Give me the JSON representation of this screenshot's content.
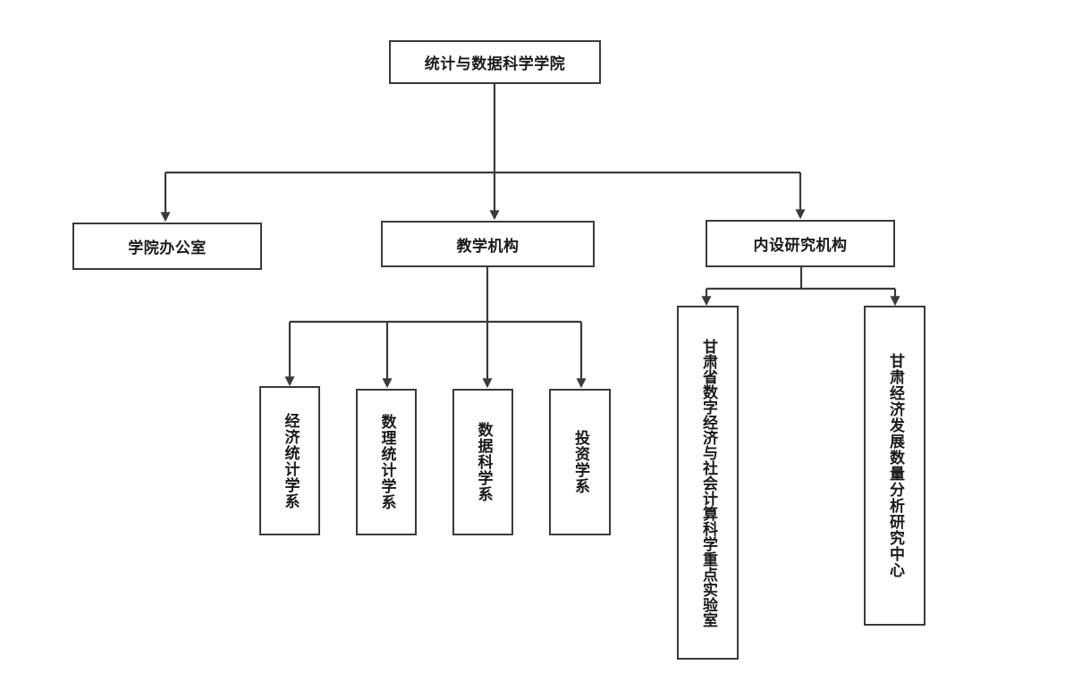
{
  "diagram": {
    "root": {
      "label": "统计与数据科学学院"
    },
    "level1": [
      {
        "label": "学院办公室"
      },
      {
        "label": "教学机构"
      },
      {
        "label": "内设研究机构"
      }
    ],
    "teaching_units": [
      {
        "label": "经济统计学系"
      },
      {
        "label": "数理统计学系"
      },
      {
        "label": "数据科学系"
      },
      {
        "label": "投资学系"
      }
    ],
    "research_units": [
      {
        "label": "甘肃省数字经济与社会计算科学重点实验室"
      },
      {
        "label": "甘肃经济发展数量分析研究中心"
      }
    ]
  },
  "colors": {
    "line": "#3a3a3a",
    "box_border": "#3a3a3a",
    "background": "#ffffff"
  }
}
